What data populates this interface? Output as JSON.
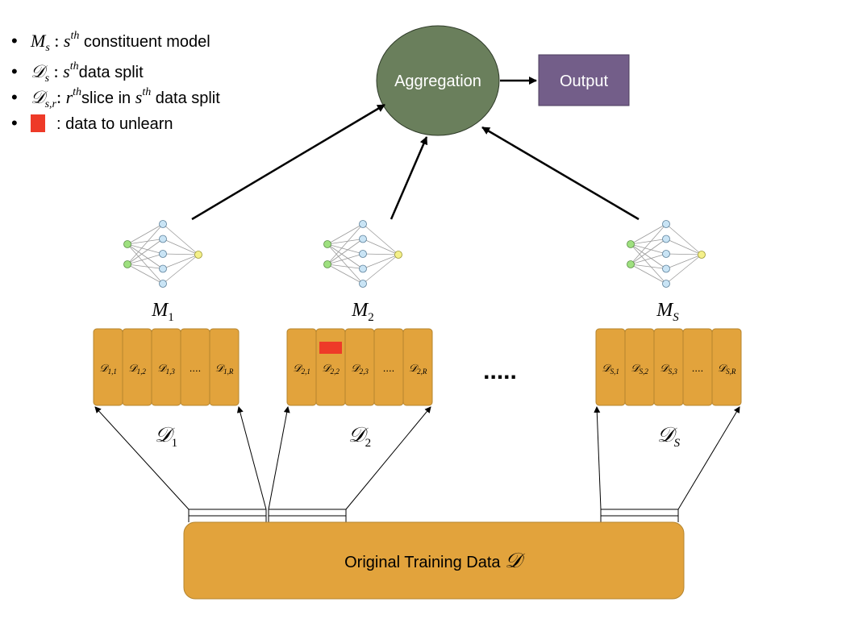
{
  "legend": {
    "items": [
      {
        "symbol_main": "M",
        "symbol_sub": "s",
        "desc_var": "s",
        "desc_sup": "th",
        "desc_text": " constituent model"
      },
      {
        "symbol_main": "𝒟",
        "symbol_sub": "s",
        "desc_var": "s",
        "desc_sup": "th",
        "desc_text": "data split"
      },
      {
        "symbol_main": "𝒟",
        "symbol_sub": "s,r",
        "desc_var": "r",
        "desc_sup": "th",
        "desc_text": "slice in ",
        "desc_var2": "s",
        "desc_sup2": "th",
        "desc_text2": " data split"
      },
      {
        "swatch_color": "#ee3a28",
        "desc_text": ": data to unlearn"
      }
    ]
  },
  "aggregation": {
    "label": "Aggregation",
    "color": "#6a7f5c"
  },
  "output": {
    "label": "Output",
    "color": "#735e89"
  },
  "models": [
    {
      "main": "M",
      "sub": "1"
    },
    {
      "main": "M",
      "sub": "2"
    },
    {
      "main": "M",
      "sub": "S"
    }
  ],
  "splits": [
    {
      "main": "𝒟",
      "sub": "1",
      "slices": [
        {
          "main": "𝒟",
          "sub": "1,1"
        },
        {
          "main": "𝒟",
          "sub": "1,2"
        },
        {
          "main": "𝒟",
          "sub": "1,3"
        },
        {
          "dots": "...."
        },
        {
          "main": "𝒟",
          "sub": "1,R"
        }
      ]
    },
    {
      "main": "𝒟",
      "sub": "2",
      "unlearn_slice": 1,
      "slices": [
        {
          "main": "𝒟",
          "sub": "2,1"
        },
        {
          "main": "𝒟",
          "sub": "2,2"
        },
        {
          "main": "𝒟",
          "sub": "2,3"
        },
        {
          "dots": "...."
        },
        {
          "main": "𝒟",
          "sub": "2,R"
        }
      ]
    },
    {
      "main": "𝒟",
      "sub": "S",
      "slices": [
        {
          "main": "𝒟",
          "sub": "S,1"
        },
        {
          "main": "𝒟",
          "sub": "S,2"
        },
        {
          "main": "𝒟",
          "sub": "S,3"
        },
        {
          "dots": "...."
        },
        {
          "main": "𝒟",
          "sub": "S,R"
        }
      ]
    }
  ],
  "split_ellipsis": ".....",
  "training_data": {
    "text": "Original Training Data ",
    "symbol": "𝒟"
  },
  "colors": {
    "block": "#e2a33c",
    "block_border": "#b5852e",
    "unlearn": "#ee3a28",
    "node_green": "#9ee07f",
    "node_blue": "#c9e4f5",
    "node_yellow": "#f4f08a",
    "edge": "#9a9a9a"
  }
}
